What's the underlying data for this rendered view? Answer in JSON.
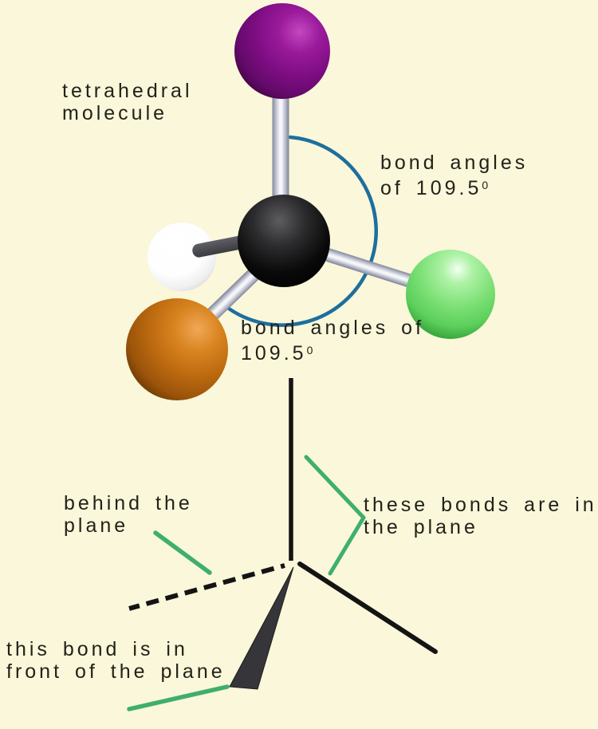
{
  "scene": {
    "background_color": "#faf7da",
    "text_color": "#22221a"
  },
  "labels": {
    "molecule": {
      "line1": "tetrahedral",
      "line2": "molecule"
    },
    "angle_top": {
      "line1": "bond angles",
      "line2": "of 109.5",
      "sup": "0"
    },
    "angle_bottom": {
      "line1": "bond angles of",
      "line2": "109.5",
      "sup": "0"
    },
    "behind_plane": {
      "line1": "behind the",
      "line2": "plane"
    },
    "in_plane": {
      "line1": "these bonds are in",
      "line2": "the plane"
    },
    "front_plane": {
      "line1": "this bond is in",
      "line2": "front of the plane"
    }
  },
  "molecule": {
    "bond_angle_value": "109.5",
    "atoms": [
      {
        "name": "purple-atom",
        "color": "#7d0d82"
      },
      {
        "name": "black-atom",
        "color": "#0a0a0a"
      },
      {
        "name": "white-atom",
        "color": "#ffffff"
      },
      {
        "name": "orange-atom",
        "color": "#bd6a10"
      },
      {
        "name": "green-atom",
        "color": "#7fe178"
      }
    ],
    "bond_silver_color": "#d4d7e0",
    "bond_dark_color": "#4a4b51",
    "angle_arc_color": "#1d6f9d"
  },
  "skeletal_diagram": {
    "line_color": "#141414",
    "pointer_line_color": "#3fae6e",
    "wedge_color": "#36363a"
  }
}
